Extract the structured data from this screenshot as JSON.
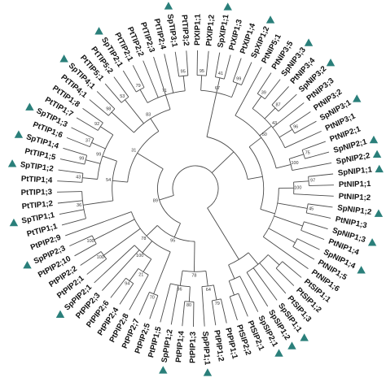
{
  "tree": {
    "colors": {
      "branch": "#4a4a4a",
      "label": "#111111",
      "marker": "#2a7f7a",
      "background": "#ffffff"
    },
    "marker_icon": "triangle-marker-icon",
    "leaves": [
      {
        "label": "PtPIP1;1",
        "m": false
      },
      {
        "label": "PtPIP1;2",
        "m": false
      },
      {
        "label": "SpPIP1;1",
        "m": true
      },
      {
        "label": "PtPIP1;3",
        "m": false
      },
      {
        "label": "PtPIP1;4",
        "m": false
      },
      {
        "label": "SpPIP1;2",
        "m": true
      },
      {
        "label": "PtPIP1;5",
        "m": false
      },
      {
        "label": "PtPIP2;5",
        "m": false
      },
      {
        "label": "PtPIP2;7",
        "m": false
      },
      {
        "label": "PtPIP2;8",
        "m": false
      },
      {
        "label": "PtPIP2;4",
        "m": false
      },
      {
        "label": "PtPIP2;6",
        "m": false
      },
      {
        "label": "PtPIP2;3",
        "m": false
      },
      {
        "label": "SpPIP2;1",
        "m": true
      },
      {
        "label": "PtPIP2;1",
        "m": false
      },
      {
        "label": "PtPIP2;2",
        "m": false
      },
      {
        "label": "PtPIP2;10",
        "m": false
      },
      {
        "label": "SpPIP2;3",
        "m": true
      },
      {
        "label": "PtPIP2;9",
        "m": false
      },
      {
        "label": "PtTIP1;1",
        "m": false
      },
      {
        "label": "SpTIP1;1",
        "m": true
      },
      {
        "label": "PtTIP1;2",
        "m": false
      },
      {
        "label": "PtTIP1;3",
        "m": false
      },
      {
        "label": "PtTIP1;4",
        "m": false
      },
      {
        "label": "SpTIP1;2",
        "m": true
      },
      {
        "label": "PtTIP1;5",
        "m": false
      },
      {
        "label": "SpTIP1;4",
        "m": true
      },
      {
        "label": "PtTIP1;6",
        "m": false
      },
      {
        "label": "SpTIP1;3",
        "m": true
      },
      {
        "label": "PtTIP1;7",
        "m": false
      },
      {
        "label": "PtTIP1;8",
        "m": false
      },
      {
        "label": "PtTIP4;1",
        "m": false
      },
      {
        "label": "SpTIP4;1",
        "m": true
      },
      {
        "label": "PtTIP5;1",
        "m": false
      },
      {
        "label": "PtTIP5;2",
        "m": false
      },
      {
        "label": "SpTIP2;1",
        "m": true
      },
      {
        "label": "PtTIP2;1",
        "m": false
      },
      {
        "label": "PtTIP2;2",
        "m": false
      },
      {
        "label": "PtTIP2;3",
        "m": false
      },
      {
        "label": "PtTIP2;4",
        "m": false
      },
      {
        "label": "SpTIP3;1",
        "m": true
      },
      {
        "label": "PtTIP3;2",
        "m": false
      },
      {
        "label": "PtXIP1;1",
        "m": false
      },
      {
        "label": "PtXIP1;2",
        "m": false
      },
      {
        "label": "SpXIP1;1",
        "m": true
      },
      {
        "label": "PtXIP1;3",
        "m": false
      },
      {
        "label": "PtXIP1;4",
        "m": false
      },
      {
        "label": "SpXIP1;2",
        "m": true
      },
      {
        "label": "PtNIP5;1",
        "m": false
      },
      {
        "label": "PtNIP3;5",
        "m": false
      },
      {
        "label": "SpNIP3;3",
        "m": true
      },
      {
        "label": "PtNIP3;4",
        "m": false
      },
      {
        "label": "SpNIP3;2",
        "m": true
      },
      {
        "label": "PtNIP3;3",
        "m": false
      },
      {
        "label": "PtNIP3;2",
        "m": false
      },
      {
        "label": "SpNIP3;1",
        "m": true
      },
      {
        "label": "PtNIP3;1",
        "m": false
      },
      {
        "label": "PtNIP2;1",
        "m": false
      },
      {
        "label": "SpNIP2;1",
        "m": true
      },
      {
        "label": "SpNIP2;2",
        "m": true
      },
      {
        "label": "SpNIP1;1",
        "m": true
      },
      {
        "label": "PtNIP1;1",
        "m": false
      },
      {
        "label": "PtNIP1;2",
        "m": false
      },
      {
        "label": "SpNIP1;2",
        "m": true
      },
      {
        "label": "PtNIP1;3",
        "m": false
      },
      {
        "label": "SpNIP1;3",
        "m": true
      },
      {
        "label": "PtNIP1;4",
        "m": false
      },
      {
        "label": "SpNIP1;4",
        "m": true
      },
      {
        "label": "PtNIP1;5",
        "m": false
      },
      {
        "label": "PtNIP1;6",
        "m": false
      },
      {
        "label": "PtSIP1;1",
        "m": false
      },
      {
        "label": "PtSIP1;2",
        "m": false
      },
      {
        "label": "PtSIP1;3",
        "m": false
      },
      {
        "label": "SpSIP1;1",
        "m": true
      },
      {
        "label": "SpSIP1;2",
        "m": true
      },
      {
        "label": "SpSIP2;1",
        "m": true
      },
      {
        "label": "PtSIP2;1",
        "m": false
      },
      {
        "label": "PtSIP2;2",
        "m": false
      }
    ],
    "bootstrap": [
      {
        "value": "79"
      },
      {
        "value": "64"
      },
      {
        "value": "80"
      },
      {
        "value": "96"
      },
      {
        "value": "78"
      },
      {
        "value": "70"
      },
      {
        "value": "94"
      },
      {
        "value": "21"
      },
      {
        "value": "100"
      },
      {
        "value": "100"
      },
      {
        "value": "100"
      },
      {
        "value": "78"
      },
      {
        "value": "95"
      },
      {
        "value": "36"
      },
      {
        "value": "43"
      },
      {
        "value": "99"
      },
      {
        "value": "37"
      },
      {
        "value": "92"
      },
      {
        "value": "99"
      },
      {
        "value": "54"
      },
      {
        "value": "98"
      },
      {
        "value": "53"
      },
      {
        "value": "79"
      },
      {
        "value": "95"
      },
      {
        "value": "71"
      },
      {
        "value": "83"
      },
      {
        "value": "31"
      },
      {
        "value": "89"
      },
      {
        "value": "95"
      },
      {
        "value": "41"
      },
      {
        "value": "99"
      },
      {
        "value": "67"
      },
      {
        "value": "39"
      },
      {
        "value": "87"
      },
      {
        "value": "96"
      },
      {
        "value": "43"
      },
      {
        "value": "75"
      },
      {
        "value": "100"
      },
      {
        "value": "50"
      },
      {
        "value": "97"
      },
      {
        "value": "100"
      },
      {
        "value": "45"
      }
    ]
  }
}
